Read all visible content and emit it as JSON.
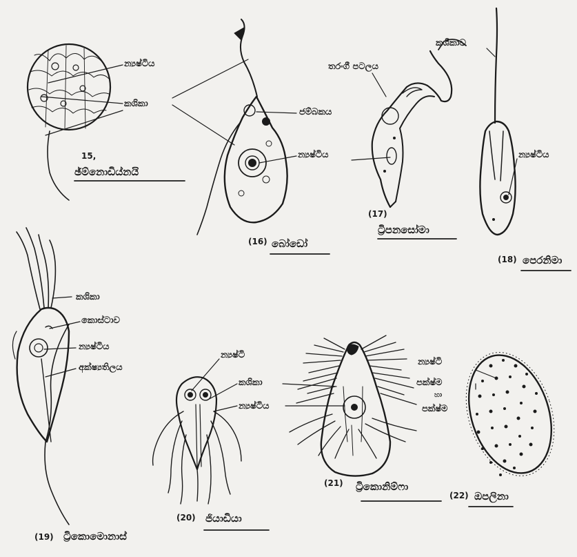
{
  "figures": [
    {
      "id": "15",
      "number": "15,",
      "name": "ඡ්ම්නොඩිය්නයි",
      "labels": {
        "nucleus": "න්‍යෂ්ටිය",
        "flagellum": "කශිකා"
      }
    },
    {
      "id": "16",
      "number": "(16)",
      "name": "බෝඩෝ",
      "labels": {
        "nucleus": "න්‍යෂ්ටිය",
        "kinetoplast": "ජම්බකය"
      }
    },
    {
      "id": "17",
      "number": "(17)",
      "name": "ට්‍රිපනසෝමා",
      "labels": {
        "undulating_membrane": "තරංගී පටලය"
      }
    },
    {
      "id": "18",
      "number": "(18)",
      "name": "පෙරනිමා",
      "labels": {
        "flagellum": "කශිකාව",
        "nucleus": "න්‍යෂ්ටිය"
      }
    },
    {
      "id": "19",
      "number": "(19)",
      "name": "ට්‍රිකොමොනාස්",
      "labels": {
        "flagella": "කශිකා",
        "cytostome": "කොස්ටාව",
        "nucleus": "න්‍යෂ්ටිය",
        "axostyle": "අක්ෂ්‍යතිලය"
      }
    },
    {
      "id": "20",
      "number": "(20)",
      "name": "ජියාඩියා",
      "labels": {
        "nucleus": "න්‍යෂ්ටි",
        "flagella": "කශිකා",
        "nucleus2": "න්‍යෂ්ටිය"
      }
    },
    {
      "id": "21",
      "number": "(21)",
      "name": "ට්‍රිකොනිම්ෆා",
      "labels": {}
    },
    {
      "id": "22",
      "number": "(22)",
      "name": "ඔපලිනා",
      "labels": {
        "nucleus": "න්‍යෂ්ටි",
        "cilia": "පක්ෂ්ම",
        "and": "හා",
        "cilia_row": "පක්ෂ්ම"
      }
    }
  ]
}
